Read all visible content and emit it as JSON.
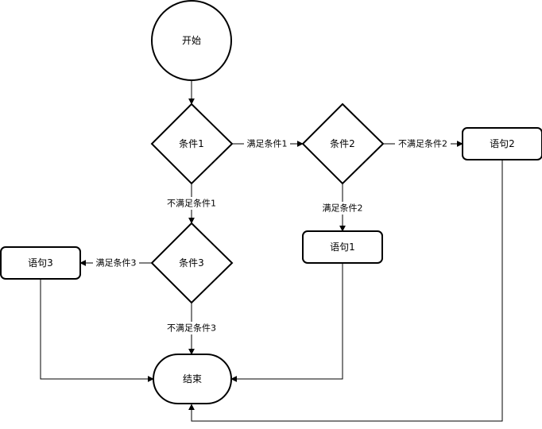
{
  "nodes": {
    "start": "开始",
    "cond1": "条件1",
    "cond2": "条件2",
    "cond3": "条件3",
    "stmt1": "语句1",
    "stmt2": "语句2",
    "stmt3": "语句3",
    "end": "结束"
  },
  "edges": {
    "cond1_to_cond2": "满足条件1",
    "cond2_to_stmt2": "不满足条件2",
    "cond2_to_stmt1": "满足条件2",
    "cond1_to_cond3": "不满足条件1",
    "cond3_to_stmt3": "满足条件3",
    "cond3_to_end": "不满足条件3"
  }
}
